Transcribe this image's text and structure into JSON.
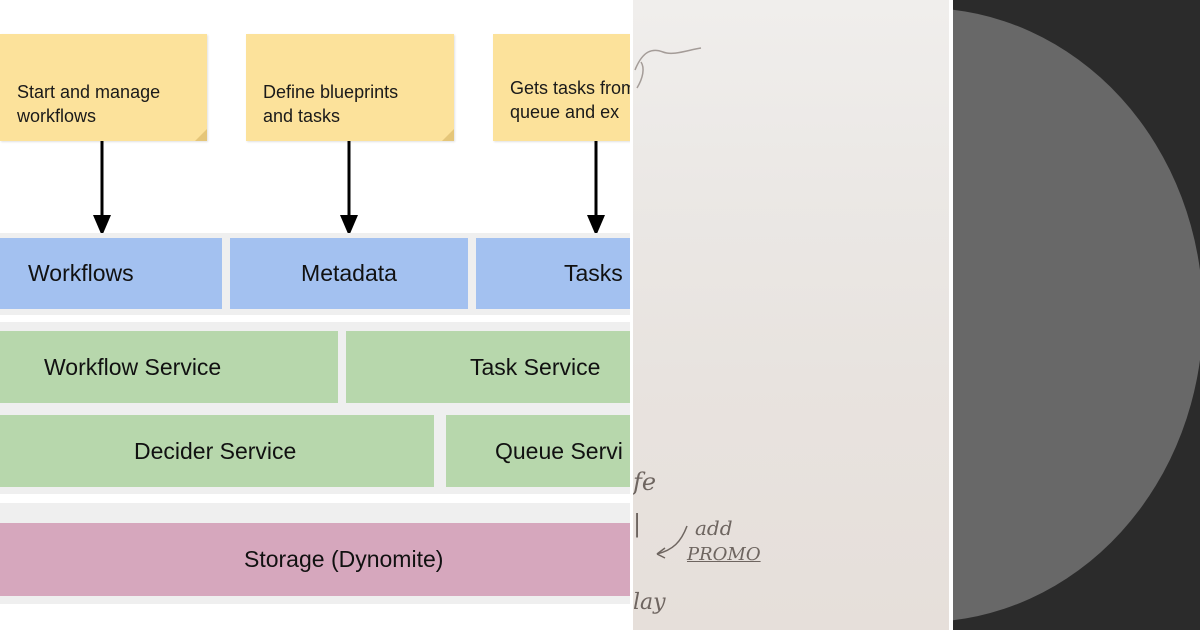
{
  "diagram": {
    "notes": [
      {
        "text": "Start and manage\nworkflows"
      },
      {
        "text": "Define blueprints\nand tasks"
      },
      {
        "text": "Gets tasks from\nqueue and ex"
      }
    ],
    "api_layer": [
      "Workflows",
      "Metadata",
      "Tasks"
    ],
    "service_layer_1": [
      "Workflow Service",
      "Task Service"
    ],
    "service_layer_2": [
      "Decider Service",
      "Queue Servi"
    ],
    "storage": "Storage (Dynomite)",
    "colors": {
      "note": "#fce29b",
      "api": "#a3c1f0",
      "service": "#b7d7ac",
      "storage": "#d6a7bd"
    }
  },
  "whiteboard": {
    "handwriting": [
      "add",
      "PROMO",
      "fe",
      "lay"
    ]
  }
}
